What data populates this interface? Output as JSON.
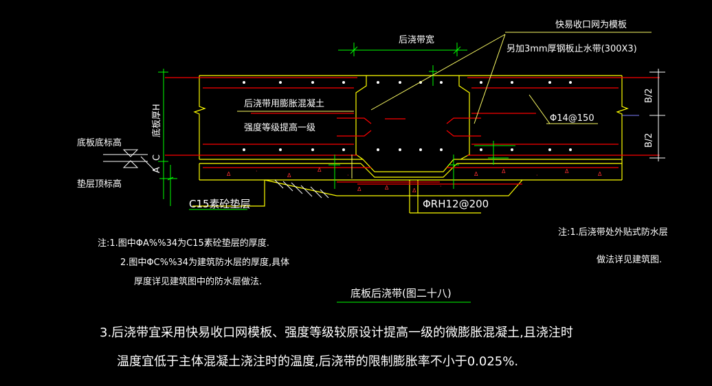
{
  "labels": {
    "post_cast_width": "后浇带宽",
    "fast_mesh_formwork": "快易收口网为模板",
    "steel_plate_waterstop": "另加3mm厚钢板止水带(300X3)",
    "expansive_concrete": "后浇带用膨胀混凝土",
    "strength_grade": "强度等级提高一级",
    "rebar_phi14": "Φ14@150",
    "slab_thickness": "底板厚H",
    "slab_bottom_elev": "底板底标高",
    "cushion_top_elev": "垫层顶标高",
    "cushion_c15": "C15素砼垫层",
    "rebar_rh12": "ΦRH12@200",
    "half_b_top": "B/2",
    "half_b_bottom": "B/2",
    "dim_a": "A",
    "dim_c": "C"
  },
  "notes_left": [
    "注:1.图中ΦA%%34为C15素砼垫层的厚度.",
    "2.图中ΦC%%34为建筑防水层的厚度,具体",
    "厚度详见建筑图中的防水层做法."
  ],
  "notes_right": [
    "注:1.后浇带处外贴式防水层",
    "做法详见建筑图."
  ],
  "drawing_title": "底板后浇带(图二十八)",
  "bottom_note": [
    "3.后浇带宜采用快易收口网模板、强度等级较原设计提高一级的微膨胀混凝土,且浇注时",
    "温度宜低于主体混凝土浇注时的温度,后浇带的限制膨胀率不小于0.025%."
  ],
  "colors": {
    "background": "#000000",
    "outline": "#ffff00",
    "rebar": "#ff0000",
    "dimension": "#00ff00",
    "leader": "#ffff66",
    "text": "#ffffff",
    "hatch": "#ff3030",
    "axis": "#8080ff"
  }
}
